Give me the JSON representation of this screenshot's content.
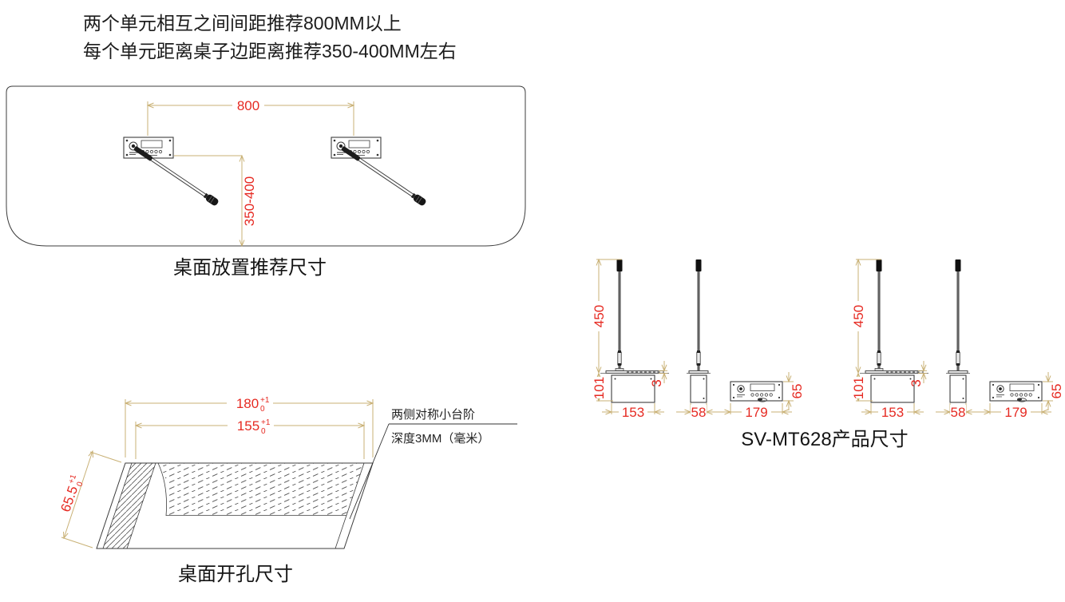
{
  "colors": {
    "bg": "#ffffff",
    "line": "#3c3c3c",
    "text": "#1c1c1c",
    "dim_line": "#c9b176",
    "dim_text": "#e62a22"
  },
  "header": {
    "line1": "两个单元相互之间间距推荐800MM以上",
    "line2": "每个单元距离桌子边距离推荐350-400MM左右"
  },
  "desk_diagram": {
    "caption": "桌面放置推荐尺寸",
    "unit_spacing": "800",
    "edge_distance": "350-400"
  },
  "cutout_diagram": {
    "caption": "桌面开孔尺寸",
    "outer_width": {
      "value": "180",
      "sup": "+1",
      "sub": "0"
    },
    "inner_width": {
      "value": "155",
      "sup": "+1",
      "sub": "0"
    },
    "depth": {
      "value": "65.5",
      "sup": "+1",
      "sub": "0"
    },
    "note_line1": "两侧对称小台阶",
    "note_line2": "深度3MM（毫米）"
  },
  "product_diagram": {
    "caption": "SV-MT628产品尺寸",
    "mic_height": "450",
    "body_depth": "101",
    "panel_thickness": "3",
    "body_width": "153",
    "body_side_width": "58",
    "panel_width": "179",
    "panel_height": "65"
  }
}
